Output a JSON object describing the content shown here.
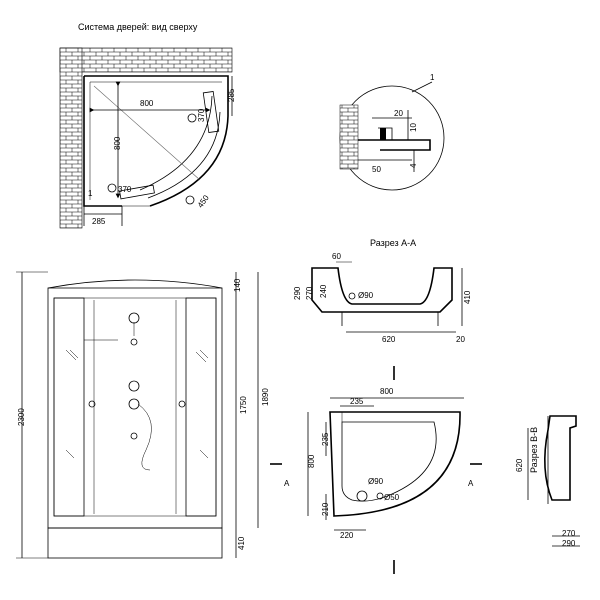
{
  "top_view": {
    "title": "Система дверей: вид сверху",
    "dims": {
      "width": "800",
      "depth": "800",
      "radius_top": "370",
      "radius_bottom": "370",
      "side": "285",
      "bottom": "285",
      "diag": "450",
      "callout": "1"
    }
  },
  "detail": {
    "callout": "1",
    "dims": {
      "top": "20",
      "h": "10",
      "w": "50",
      "t": "4"
    }
  },
  "section_aa": {
    "title": "Разрез А-А",
    "dims": {
      "d60": "60",
      "d290": "290",
      "d270": "270",
      "d240": "240",
      "drain": "Ø90",
      "d410": "410",
      "d620": "620",
      "d20": "20"
    }
  },
  "front_view": {
    "dims": {
      "total": "2300",
      "top": "140",
      "h1890": "1890",
      "h1750": "1750",
      "bottom": "410"
    }
  },
  "tray_plan": {
    "dims": {
      "w800": "800",
      "d235a": "235",
      "d235b": "235",
      "h800": "800",
      "d90": "Ø90",
      "d50": "Ø50",
      "d210": "210",
      "d220": "220"
    },
    "section_marks": {
      "left": "A",
      "right": "A"
    }
  },
  "section_bb": {
    "title": "Разрез В-В",
    "dims": {
      "d620": "620",
      "d270": "270",
      "d290": "290"
    }
  }
}
